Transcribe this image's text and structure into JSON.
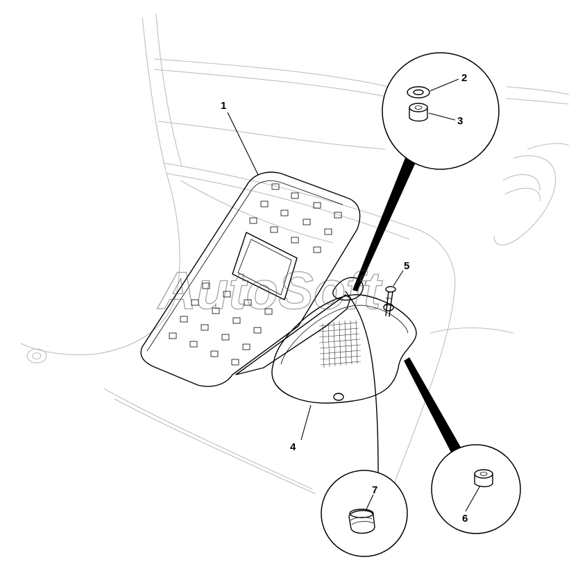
{
  "watermark": "AutoSoft",
  "callouts": [
    {
      "id": "1",
      "label": "1"
    },
    {
      "id": "2",
      "label": "2"
    },
    {
      "id": "3",
      "label": "3"
    },
    {
      "id": "4",
      "label": "4"
    },
    {
      "id": "5",
      "label": "5"
    },
    {
      "id": "6",
      "label": "6"
    },
    {
      "id": "7",
      "label": "7"
    }
  ],
  "colors": {
    "ink": "#000000",
    "background_lines": "#bdbdbd",
    "paper": "#ffffff"
  }
}
